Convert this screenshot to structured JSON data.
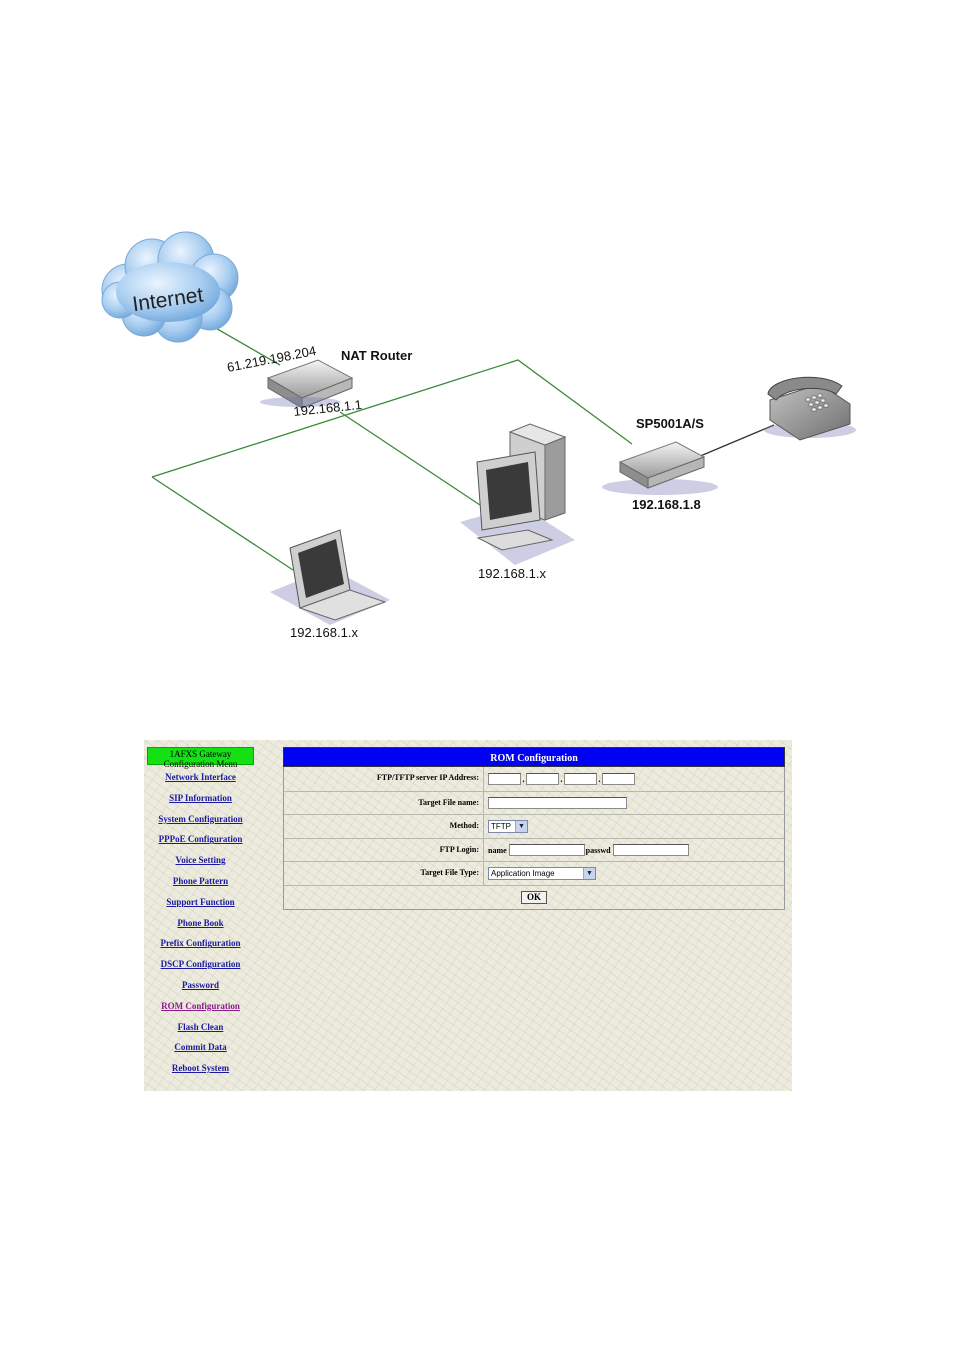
{
  "diagram": {
    "internet_label": "Internet",
    "wan_ip": "61.219.198.204",
    "router_label": "NAT Router",
    "router_lan_ip": "192.168.1.1",
    "gateway_label": "SP5001A/S",
    "gateway_ip": "192.168.1.8",
    "desktop_ip": "192.168.1.x",
    "laptop_ip": "192.168.1.x"
  },
  "webui": {
    "menu": {
      "header": "1AFXS    Gateway Configuration Menu",
      "items": [
        {
          "label": "Network Interface"
        },
        {
          "label": "SIP Information"
        },
        {
          "label": "System Configuration"
        },
        {
          "label": "PPPoE Configuration"
        },
        {
          "label": "Voice Setting"
        },
        {
          "label": "Phone Pattern"
        },
        {
          "label": "Support Function"
        },
        {
          "label": "Phone Book"
        },
        {
          "label": "Prefix Configuration"
        },
        {
          "label": "DSCP Configuration"
        },
        {
          "label": "Password"
        },
        {
          "label": "ROM Configuration"
        },
        {
          "label": "Flash Clean"
        },
        {
          "label": "Commit Data"
        },
        {
          "label": "Reboot System"
        }
      ],
      "active_index": 11
    },
    "panel": {
      "title": "ROM Configuration",
      "server_ip_label": "FTP/TFTP server IP Address:",
      "target_file_label": "Target File name:",
      "method_label": "Method:",
      "method_value": "TFTP",
      "ftp_login_label": "FTP Login:",
      "name_label": "name",
      "passwd_label": "passwd",
      "file_type_label": "Target File Type:",
      "file_type_value": "Application Image",
      "ok_label": "OK"
    }
  },
  "colors": {
    "menu_header_bg": "#14e014",
    "panel_title_bg": "#0000f2",
    "link_color": "#1a1aa0",
    "active_link_color": "#8b1a8b",
    "network_line": "#3a8a3a"
  }
}
